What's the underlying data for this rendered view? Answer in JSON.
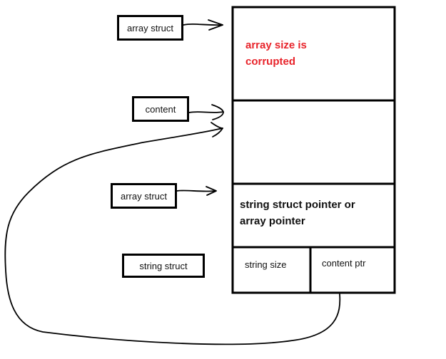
{
  "labels": {
    "array_struct_1": "array struct",
    "content": "content",
    "array_struct_2": "array struct",
    "string_struct": "string struct"
  },
  "memory": {
    "block1_line1": "array size is",
    "block1_line2": "corrupted",
    "block3_line1": "string struct pointer or",
    "block3_line2": "array pointer",
    "cell_string_size": "string size",
    "cell_content_ptr": "content ptr"
  },
  "colors": {
    "stroke": "#000000",
    "warning_text": "#e8242b",
    "body_text": "#111111"
  }
}
